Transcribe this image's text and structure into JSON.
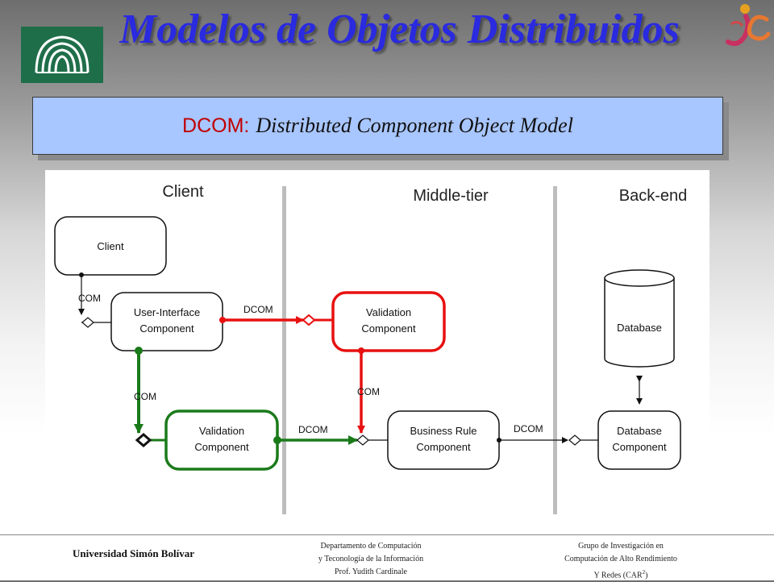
{
  "slide": {
    "title": "Modelos de Objetos Distribuidos",
    "subtitle_acronym": "DCOM:",
    "subtitle_text": "Distributed Component Object Model"
  },
  "diagram": {
    "tiers": [
      "Client",
      "Middle-tier",
      "Back-end"
    ],
    "boxes": {
      "client": "Client",
      "ui_1": "User-Interface",
      "ui_2": "Component",
      "val_top_1": "Validation",
      "val_top_2": "Component",
      "val_bot_1": "Validation",
      "val_bot_2": "Component",
      "br_1": "Business Rule",
      "br_2": "Component",
      "database": "Database",
      "dbc_1": "Database",
      "dbc_2": "Component"
    },
    "edges": {
      "client_ui": "COM",
      "ui_val_top": "DCOM",
      "ui_val_bot": "COM",
      "val_top_br": "COM",
      "val_bot_br": "DCOM",
      "br_dbc": "DCOM"
    },
    "colors": {
      "red": "#e81010",
      "green": "#1a7a1a",
      "title": "#2a2ae0",
      "subtitle_bg": "#a8c6ff"
    }
  },
  "footer": {
    "university": "Universidad Simón Bolívar",
    "dept_1": "Departamento de Computación",
    "dept_2": "y Teconología de la Información",
    "dept_3": "Prof. Yudith Cardinale",
    "group_1": "Grupo de Investigación en",
    "group_2": "Computación de Alto Rendimiento",
    "group_3": "Y Redes (CAR",
    "group_sup": "2",
    "group_close": ")"
  }
}
